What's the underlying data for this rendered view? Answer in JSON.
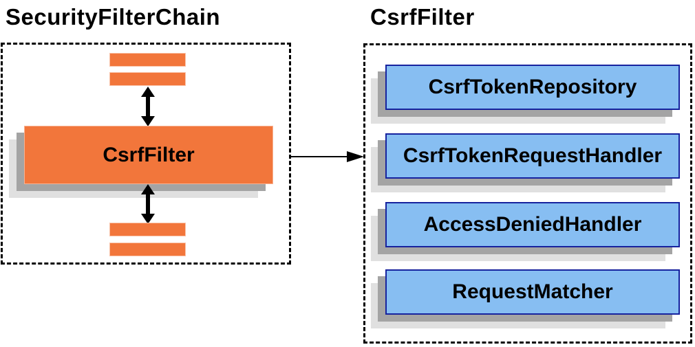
{
  "diagram": {
    "left_panel": {
      "title": "SecurityFilterChain",
      "main_box_label": "CsrfFilter"
    },
    "right_panel": {
      "title": "CsrfFilter",
      "components": [
        {
          "label": "CsrfTokenRepository"
        },
        {
          "label": "CsrfTokenRequestHandler"
        },
        {
          "label": "AccessDeniedHandler"
        },
        {
          "label": "RequestMatcher"
        }
      ]
    },
    "icons": {
      "top_connector": "double-headed-vertical-arrow",
      "bottom_connector": "double-headed-vertical-arrow",
      "link_connector": "right-arrow"
    },
    "colors": {
      "orange": "#F2763B",
      "blue_fill": "#87BEF2",
      "blue_border": "#16229E",
      "shadow_dark": "#A4A4A4",
      "shadow_light": "#E0E0E0",
      "line": "#000000"
    }
  }
}
